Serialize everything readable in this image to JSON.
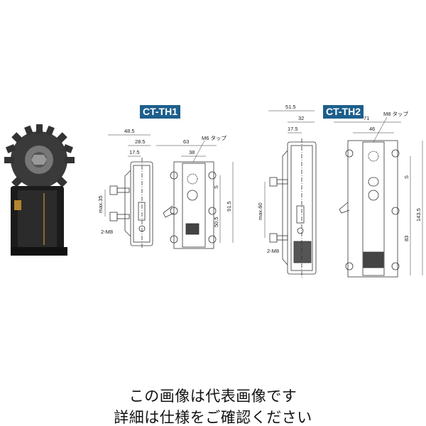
{
  "models": {
    "th1": {
      "label": "CT-TH1",
      "dims": {
        "overall_depth": "48.5",
        "body_depth": "28.5",
        "center": "17.5",
        "width": "63",
        "hole_pitch": "38",
        "tap": "M6 タップ",
        "stroke": "max.35",
        "bolts": "2-M8",
        "s": "S",
        "lower": "50.5",
        "height": "91.5"
      }
    },
    "th2": {
      "label": "CT-TH2",
      "dims": {
        "overall_depth": "51.5",
        "body_depth": "32",
        "center": "17.5",
        "width": "71",
        "hole_pitch": "46",
        "tap": "M8 タップ",
        "stroke": "max.60",
        "bolts": "2-M8",
        "s": "S",
        "lower": "83",
        "height": "143.5"
      }
    },
    "badge_color": "#1d5f8c"
  },
  "caption": {
    "line1": "この画像は代表画像です",
    "line2": "詳細は仕様をご確認ください"
  }
}
